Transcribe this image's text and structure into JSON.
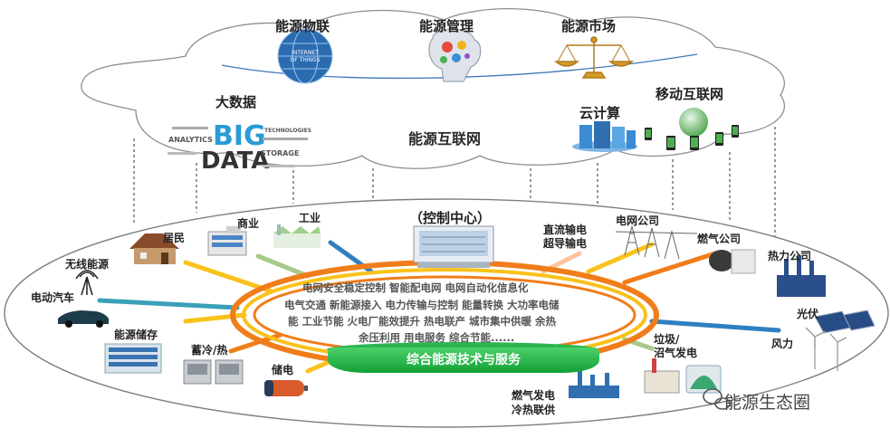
{
  "cloud": {
    "items": [
      "能源物联",
      "能源管理",
      "能源市场"
    ],
    "big_data": "大数据",
    "main_title": "能源互联网",
    "cloud_computing": "云计算",
    "mobile_internet": "移动互联网",
    "big_data_graphic_words": [
      "BIG",
      "DATA",
      "ANALYTICS",
      "TECHNOLOGIES",
      "STORAGE"
    ],
    "iot_graphic_words": [
      "INTERNET",
      "OF THINGS"
    ]
  },
  "control_center": "（控制中心）",
  "core_services": {
    "line1": "电网安全稳定控制  智能配电网  电网自动化信息化",
    "line2": "电气交通  新能源接入  电力传输与控制  能量转换  大功率电储",
    "line3": "能  工业节能   火电厂能效提升  热电联产  城市集中供暖  余热",
    "line4": "余压利用  用电服务  综合节能......"
  },
  "banner": "综合能源技术与服务",
  "nodes": {
    "residents": "居民",
    "commerce": "商业",
    "industry": "工业",
    "wireless": "无线能源",
    "ev": "电动汽车",
    "storage_stack": "能源储存",
    "cold_heat": "蓄冷/热",
    "power_storage": "储电",
    "dc_line1": "直流输电",
    "dc_line2": "超导输电",
    "grid_company": "电网公司",
    "gas_company": "燃气公司",
    "heat_company": "热力公司",
    "pv": "光伏",
    "wind": "风力",
    "garbage1": "垃圾/",
    "garbage2": "沼气发电",
    "gas_gen1": "燃气发电",
    "gas_gen2": "冷热联供"
  },
  "watermark": "能源生态圈",
  "colors": {
    "orange": "#f07d1a",
    "yellow": "#f9c21b",
    "green": "#1aa83c",
    "blue": "#2f7fc1",
    "teal": "#3aa0b8",
    "lightgreen": "#a6c98a"
  }
}
